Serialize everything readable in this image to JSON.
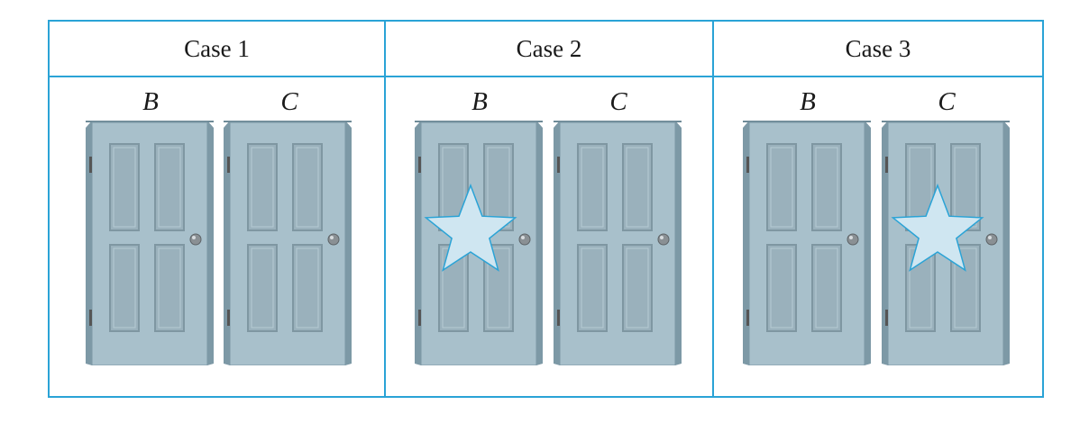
{
  "colors": {
    "border": "#2aa3d6",
    "door": "#a8c0cb",
    "door_shadow": "#7d99a6",
    "panel": "#9ab1bc",
    "knob": "#8a9094",
    "star_fill": "#cfe6f1",
    "star_stroke": "#2aa3d6"
  },
  "cases": [
    {
      "title": "Case 1",
      "doors": [
        {
          "label": "B",
          "star": false
        },
        {
          "label": "C",
          "star": false
        }
      ]
    },
    {
      "title": "Case 2",
      "doors": [
        {
          "label": "B",
          "star": true
        },
        {
          "label": "C",
          "star": false
        }
      ]
    },
    {
      "title": "Case 3",
      "doors": [
        {
          "label": "B",
          "star": false
        },
        {
          "label": "C",
          "star": true
        }
      ]
    }
  ]
}
